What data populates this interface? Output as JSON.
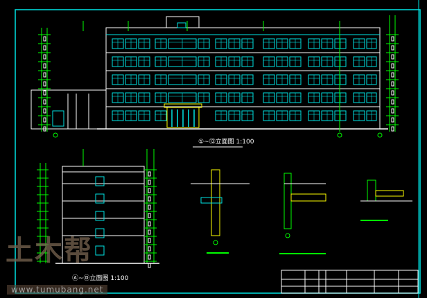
{
  "drawing": {
    "front_elevation_title": "①~⑬立面图",
    "front_elevation_scale": "1:100",
    "side_elevation_title": "Ⓐ~Ⓓ立面图",
    "side_elevation_scale": "1:100"
  },
  "watermark": {
    "logo": "土木帮",
    "url": "www.tumubang.net"
  },
  "colors": {
    "frame": "#00e5e5",
    "window": "#00e5e5",
    "dim": "#00ff00",
    "entrance": "#ffff00",
    "wall": "#ffffff"
  }
}
